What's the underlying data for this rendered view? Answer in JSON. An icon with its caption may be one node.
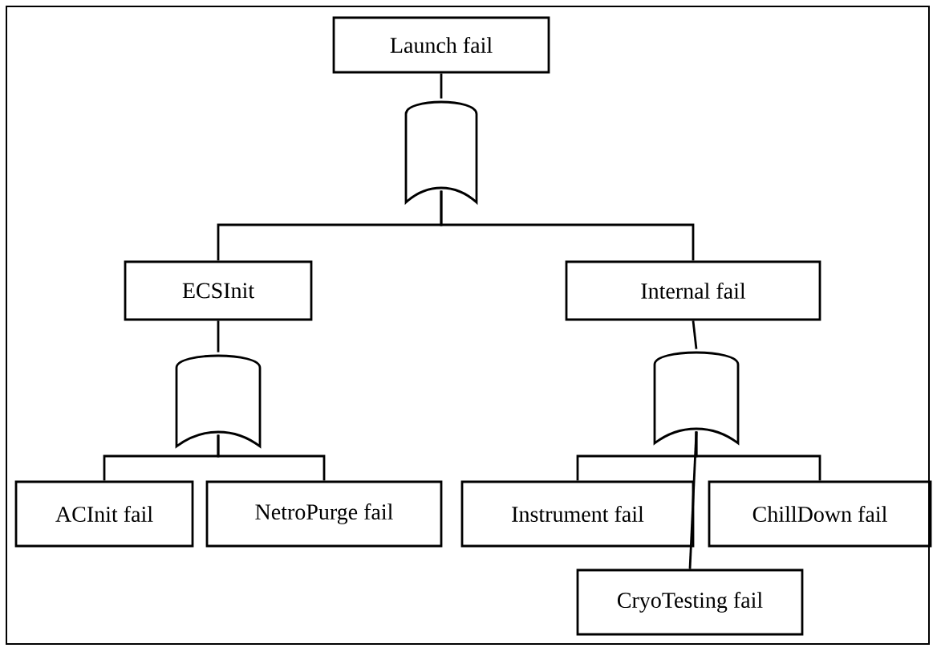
{
  "diagram": {
    "nodes": [
      {
        "text": [
          "Launch fail"
        ]
      },
      {
        "text": [],
        "shape": "gate"
      },
      {
        "text": [
          "ECSInit"
        ]
      },
      {
        "text": [
          "Internal fail"
        ]
      },
      {
        "text": [],
        "shape": "gate"
      },
      {
        "text": [],
        "shape": "gate"
      },
      {
        "text": [
          "ACInit fail"
        ]
      },
      {
        "text": [
          "NetroPurge fail"
        ]
      },
      {
        "text": [
          "Instrument fail"
        ]
      },
      {
        "text": [
          "ChillDown fail"
        ]
      },
      {
        "text": [
          "CryoTesting fail"
        ]
      }
    ],
    "edges": [
      {
        "from": 0,
        "to": 1,
        "arrow": "none"
      },
      {
        "from": 1,
        "to": 2,
        "arrow": "none"
      },
      {
        "from": 1,
        "to": 3,
        "arrow": "none"
      },
      {
        "from": 2,
        "to": 4,
        "arrow": "none"
      },
      {
        "from": 3,
        "to": 5,
        "arrow": "none"
      },
      {
        "from": 4,
        "to": 6,
        "arrow": "none"
      },
      {
        "from": 4,
        "to": 7,
        "arrow": "none"
      },
      {
        "from": 5,
        "to": 8,
        "arrow": "none"
      },
      {
        "from": 5,
        "to": 9,
        "arrow": "none"
      },
      {
        "from": 5,
        "to": 10,
        "arrow": "none"
      }
    ]
  }
}
